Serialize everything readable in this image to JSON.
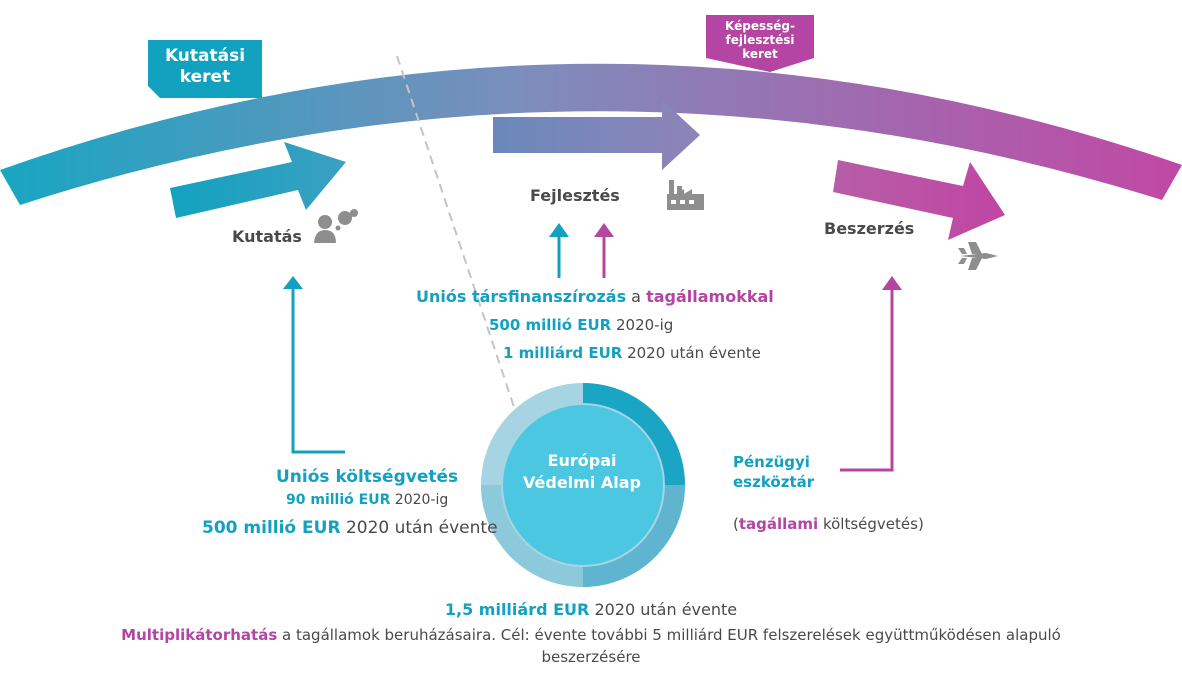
{
  "colors": {
    "teal": "#14a0c0",
    "magenta": "#b445a2",
    "gray": "#4a4a4a"
  },
  "banners": {
    "research": {
      "line1": "Kutatási",
      "line2": "keret"
    },
    "capability": {
      "line1": "Képesség-",
      "line2": "fejlesztési",
      "line3": "keret"
    }
  },
  "stages": {
    "research": {
      "label": "Kutatás",
      "icon": "researcher-icon"
    },
    "development": {
      "label": "Fejlesztés",
      "icon": "factory-icon"
    },
    "procurement": {
      "label": "Beszerzés",
      "icon": "jet-icon"
    }
  },
  "cofinancing": {
    "part1": "Uniós társfinanszírozás",
    "part2": " a ",
    "part3": "tagállamokkal",
    "line2_bold": "500 millió EUR",
    "line2_rest": " 2020-ig",
    "line3_bold": "1 milliárd EUR",
    "line3_rest": " 2020 után évente"
  },
  "eu_budget": {
    "title": "Uniós költségvetés",
    "line2_bold": "90 millió EUR",
    "line2_rest": " 2020-ig",
    "line3_bold": "500 millió EUR",
    "line3_rest": " 2020 után évente"
  },
  "fund": {
    "line1": "Európai",
    "line2": "Védelmi Alap"
  },
  "financial_toolbox": {
    "line1": "Pénzügyi",
    "line2": "eszköztár",
    "note_open": "(",
    "note_bold": "tagállami",
    "note_rest": " költségvetés)"
  },
  "footer": {
    "line1_bold": "1,5 milliárd EUR",
    "line1_rest": " 2020 után évente",
    "line2_bold": "Multiplikátorhatás",
    "line2_rest": " a tagállamok beruházásaira. Cél: évente további 5 milliárd EUR felszerelések együttműködésen alapuló",
    "line3": "beszerzésére"
  }
}
